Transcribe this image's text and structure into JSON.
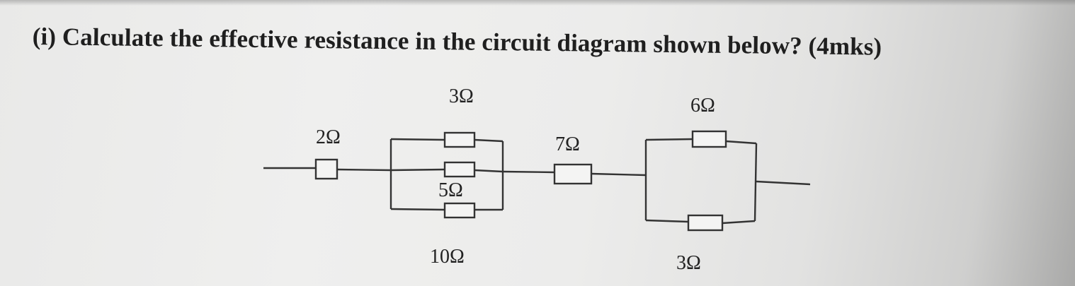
{
  "question": {
    "text": "(i) Calculate the effective resistance in the circuit diagram shown below? (4mks)"
  },
  "circuit": {
    "resistors": {
      "r_2": "2Ω",
      "r_3_top": "3Ω",
      "r_5": "5Ω",
      "r_10": "10Ω",
      "r_7": "7Ω",
      "r_6": "6Ω",
      "r_3_bottom": "3Ω"
    }
  }
}
